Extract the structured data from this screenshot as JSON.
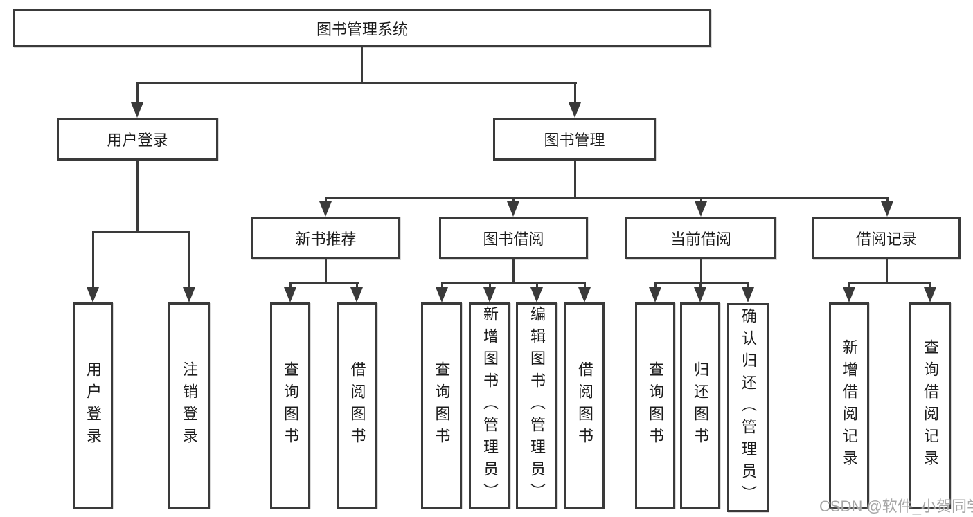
{
  "colors": {
    "line": "#3a3a3a",
    "text": "#1c1c1c",
    "bg": "#ffffff",
    "watermark": "#a6a6a6"
  },
  "nodes": {
    "root": {
      "label": "图书管理系统"
    },
    "level2": [
      {
        "label": "用户登录"
      },
      {
        "label": "图书管理"
      }
    ],
    "level3": [
      {
        "label": "新书推荐"
      },
      {
        "label": "图书借阅"
      },
      {
        "label": "当前借阅"
      },
      {
        "label": "借阅记录"
      }
    ],
    "leaves": [
      {
        "label": "用户登录"
      },
      {
        "label": "注销登录"
      },
      {
        "label": "查询图书"
      },
      {
        "label": "借阅图书"
      },
      {
        "label": "查询图书"
      },
      {
        "label": "新增图书（管理员）"
      },
      {
        "label": "编辑图书（管理员）"
      },
      {
        "label": "借阅图书"
      },
      {
        "label": "查询图书"
      },
      {
        "label": "归还图书"
      },
      {
        "label": "确认归还（管理员）"
      },
      {
        "label": "新增借阅记录"
      },
      {
        "label": "查询借阅记录"
      }
    ]
  },
  "watermark": {
    "text": "CSDN @软件_小贺同学"
  }
}
